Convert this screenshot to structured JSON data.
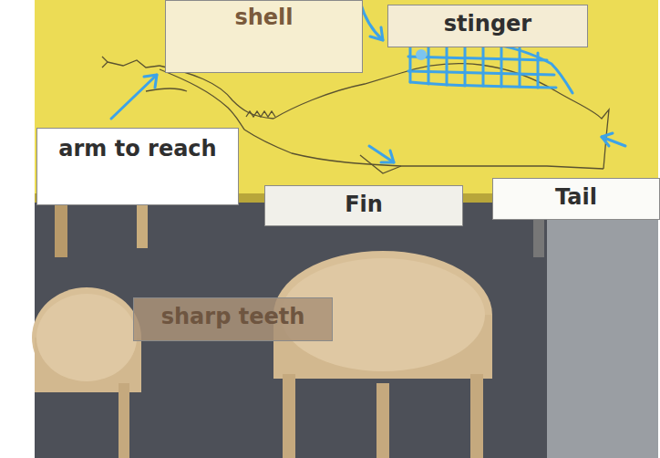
{
  "diagram": {
    "nodes": [
      {
        "text": [
          "shell"
        ]
      },
      {
        "text": [
          "stinger"
        ]
      },
      {
        "text": [
          "arm to reach"
        ]
      },
      {
        "text": [
          "Fin"
        ]
      },
      {
        "text": [
          "Tail"
        ]
      },
      {
        "text": [
          "sharp teeth"
        ]
      }
    ]
  }
}
